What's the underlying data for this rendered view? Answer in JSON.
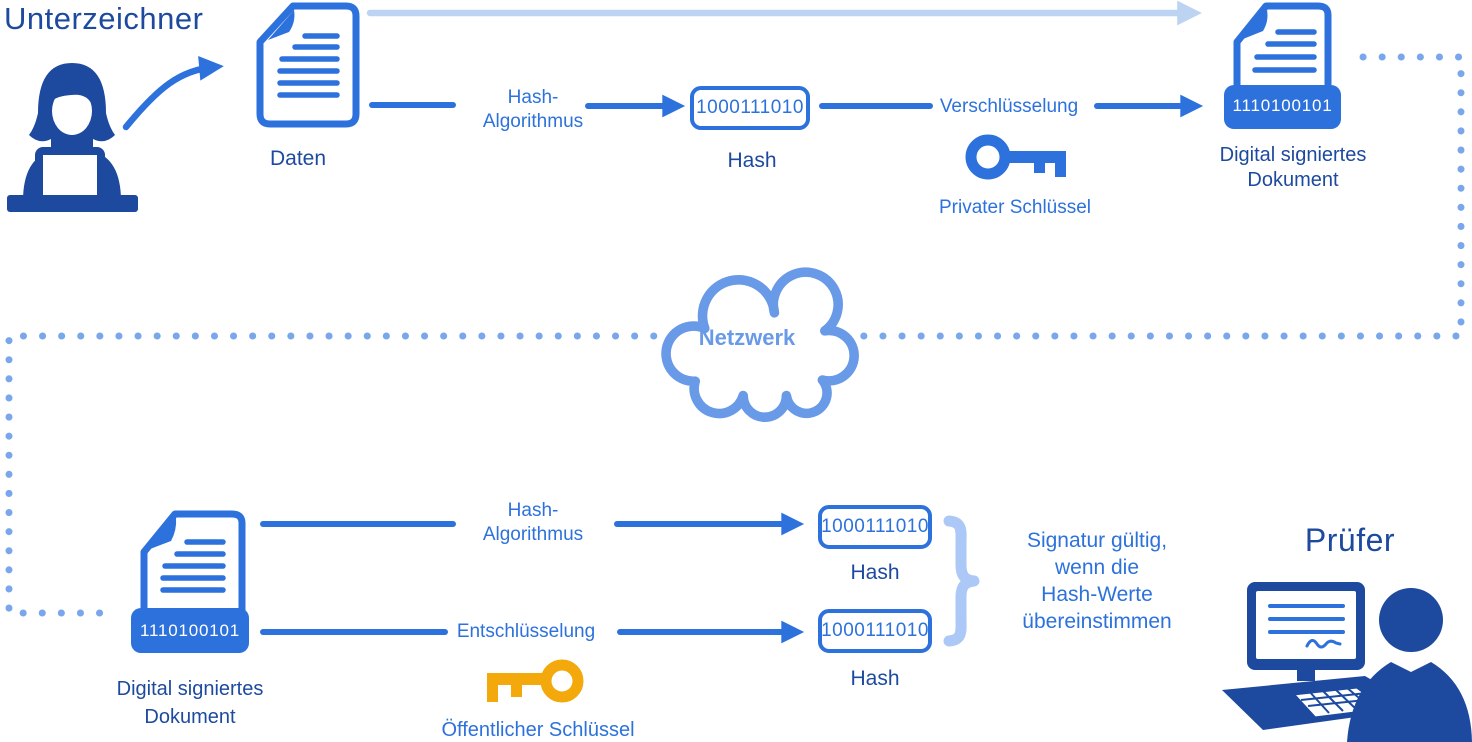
{
  "colors": {
    "accent_blue": "#2d72dc",
    "dark_navy": "#1d4a9f",
    "light_arrow_blue": "#bdd3f2",
    "dotted_line_blue": "#7aa7ec",
    "cloud_blue": "#699ae8",
    "brace_blue": "#abc8f6",
    "public_key_gold": "#f3a90b"
  },
  "icons": {
    "signer_person": "woman-at-laptop-icon",
    "data_document": "document-icon",
    "private_key": "key-icon-blue",
    "public_key": "key-icon-gold",
    "signed_document": "signed-document-icon",
    "network": "cloud-icon",
    "verifier_person": "man-at-computer-icon"
  },
  "signer": {
    "heading": "Unterzeichner",
    "document_label": "Daten"
  },
  "top_flow": {
    "hash_algorithm_line1": "Hash-",
    "hash_algorithm_line2": "Algorithmus",
    "hash_box_value": "1000111010",
    "hash_box_label": "Hash",
    "encryption_label": "Verschlüsselung",
    "private_key_label": "Privater Schlüssel",
    "signed_document_value": "1110100101",
    "signed_document_label_line1": "Digital signiertes",
    "signed_document_label_line2": "Dokument"
  },
  "network": {
    "label": "Netzwerk"
  },
  "bottom_flow": {
    "signed_document_value": "1110100101",
    "signed_document_label_line1": "Digital signiertes",
    "signed_document_label_line2": "Dokument",
    "hash_algorithm_line1": "Hash-",
    "hash_algorithm_line2": "Algorithmus",
    "decryption_label": "Entschlüsselung",
    "public_key_label": "Öffentlicher Schlüssel",
    "hash_box_top_value": "1000111010",
    "hash_box_top_label": "Hash",
    "hash_box_bottom_value": "1000111010",
    "hash_box_bottom_label": "Hash",
    "validity_line1": "Signatur gültig,",
    "validity_line2": "wenn die",
    "validity_line3": "Hash-Werte",
    "validity_line4": "übereinstimmen"
  },
  "verifier": {
    "heading": "Prüfer"
  }
}
